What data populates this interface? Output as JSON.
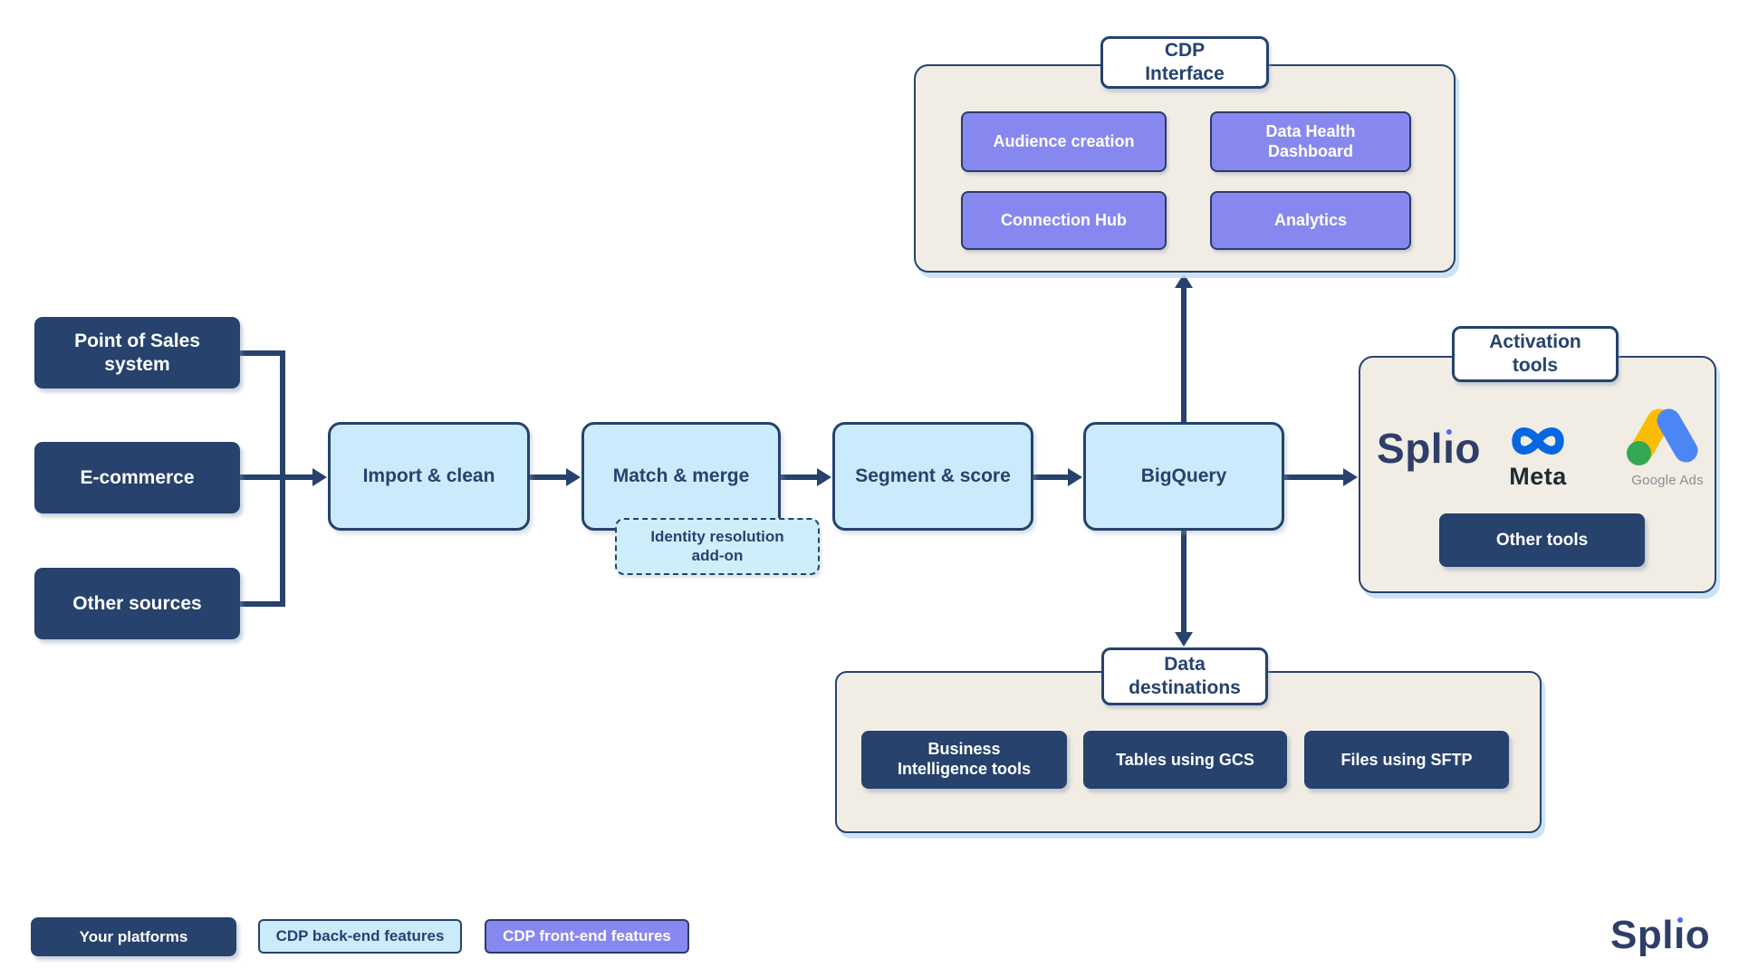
{
  "colors": {
    "navy": "#26426d",
    "light_blue": "#c9ebfc",
    "purple": "#8788ef",
    "beige": "#f2ede4",
    "meta_blue": "#0768e1",
    "meta_text": "#1c2b33",
    "google_blue": "#4c86f5",
    "google_yellow": "#fbbc04",
    "google_green": "#34a853",
    "splio_navy": "#2e3e68",
    "splio_dot_blue": "#4f6bf0"
  },
  "cdp_interface": {
    "title_lines": [
      "CDP",
      "Interface"
    ],
    "buttons": [
      "Audience creation",
      "Data Health Dashboard",
      "Connection Hub",
      "Analytics"
    ]
  },
  "sources": [
    "Point of Sales system",
    "E-commerce",
    "Other sources"
  ],
  "pipeline": [
    "Import & clean",
    "Match & merge",
    "Segment & score",
    "BigQuery"
  ],
  "addon_label": "Identity resolution add-on",
  "activation_tools": {
    "title_lines": [
      "Activation",
      "tools"
    ],
    "logos": {
      "splio": "Splio",
      "meta": "Meta",
      "google_ads": "Google Ads"
    },
    "other_tools_label": "Other tools"
  },
  "data_destinations": {
    "title_lines": [
      "Data",
      "destinations"
    ],
    "buttons": [
      "Business Intelligence tools",
      "Tables using GCS",
      "Files using SFTP"
    ]
  },
  "legend": {
    "your_platforms": "Your platforms",
    "backend": "CDP back-end features",
    "frontend": "CDP front-end features"
  },
  "brand": {
    "logo": "Splio"
  }
}
